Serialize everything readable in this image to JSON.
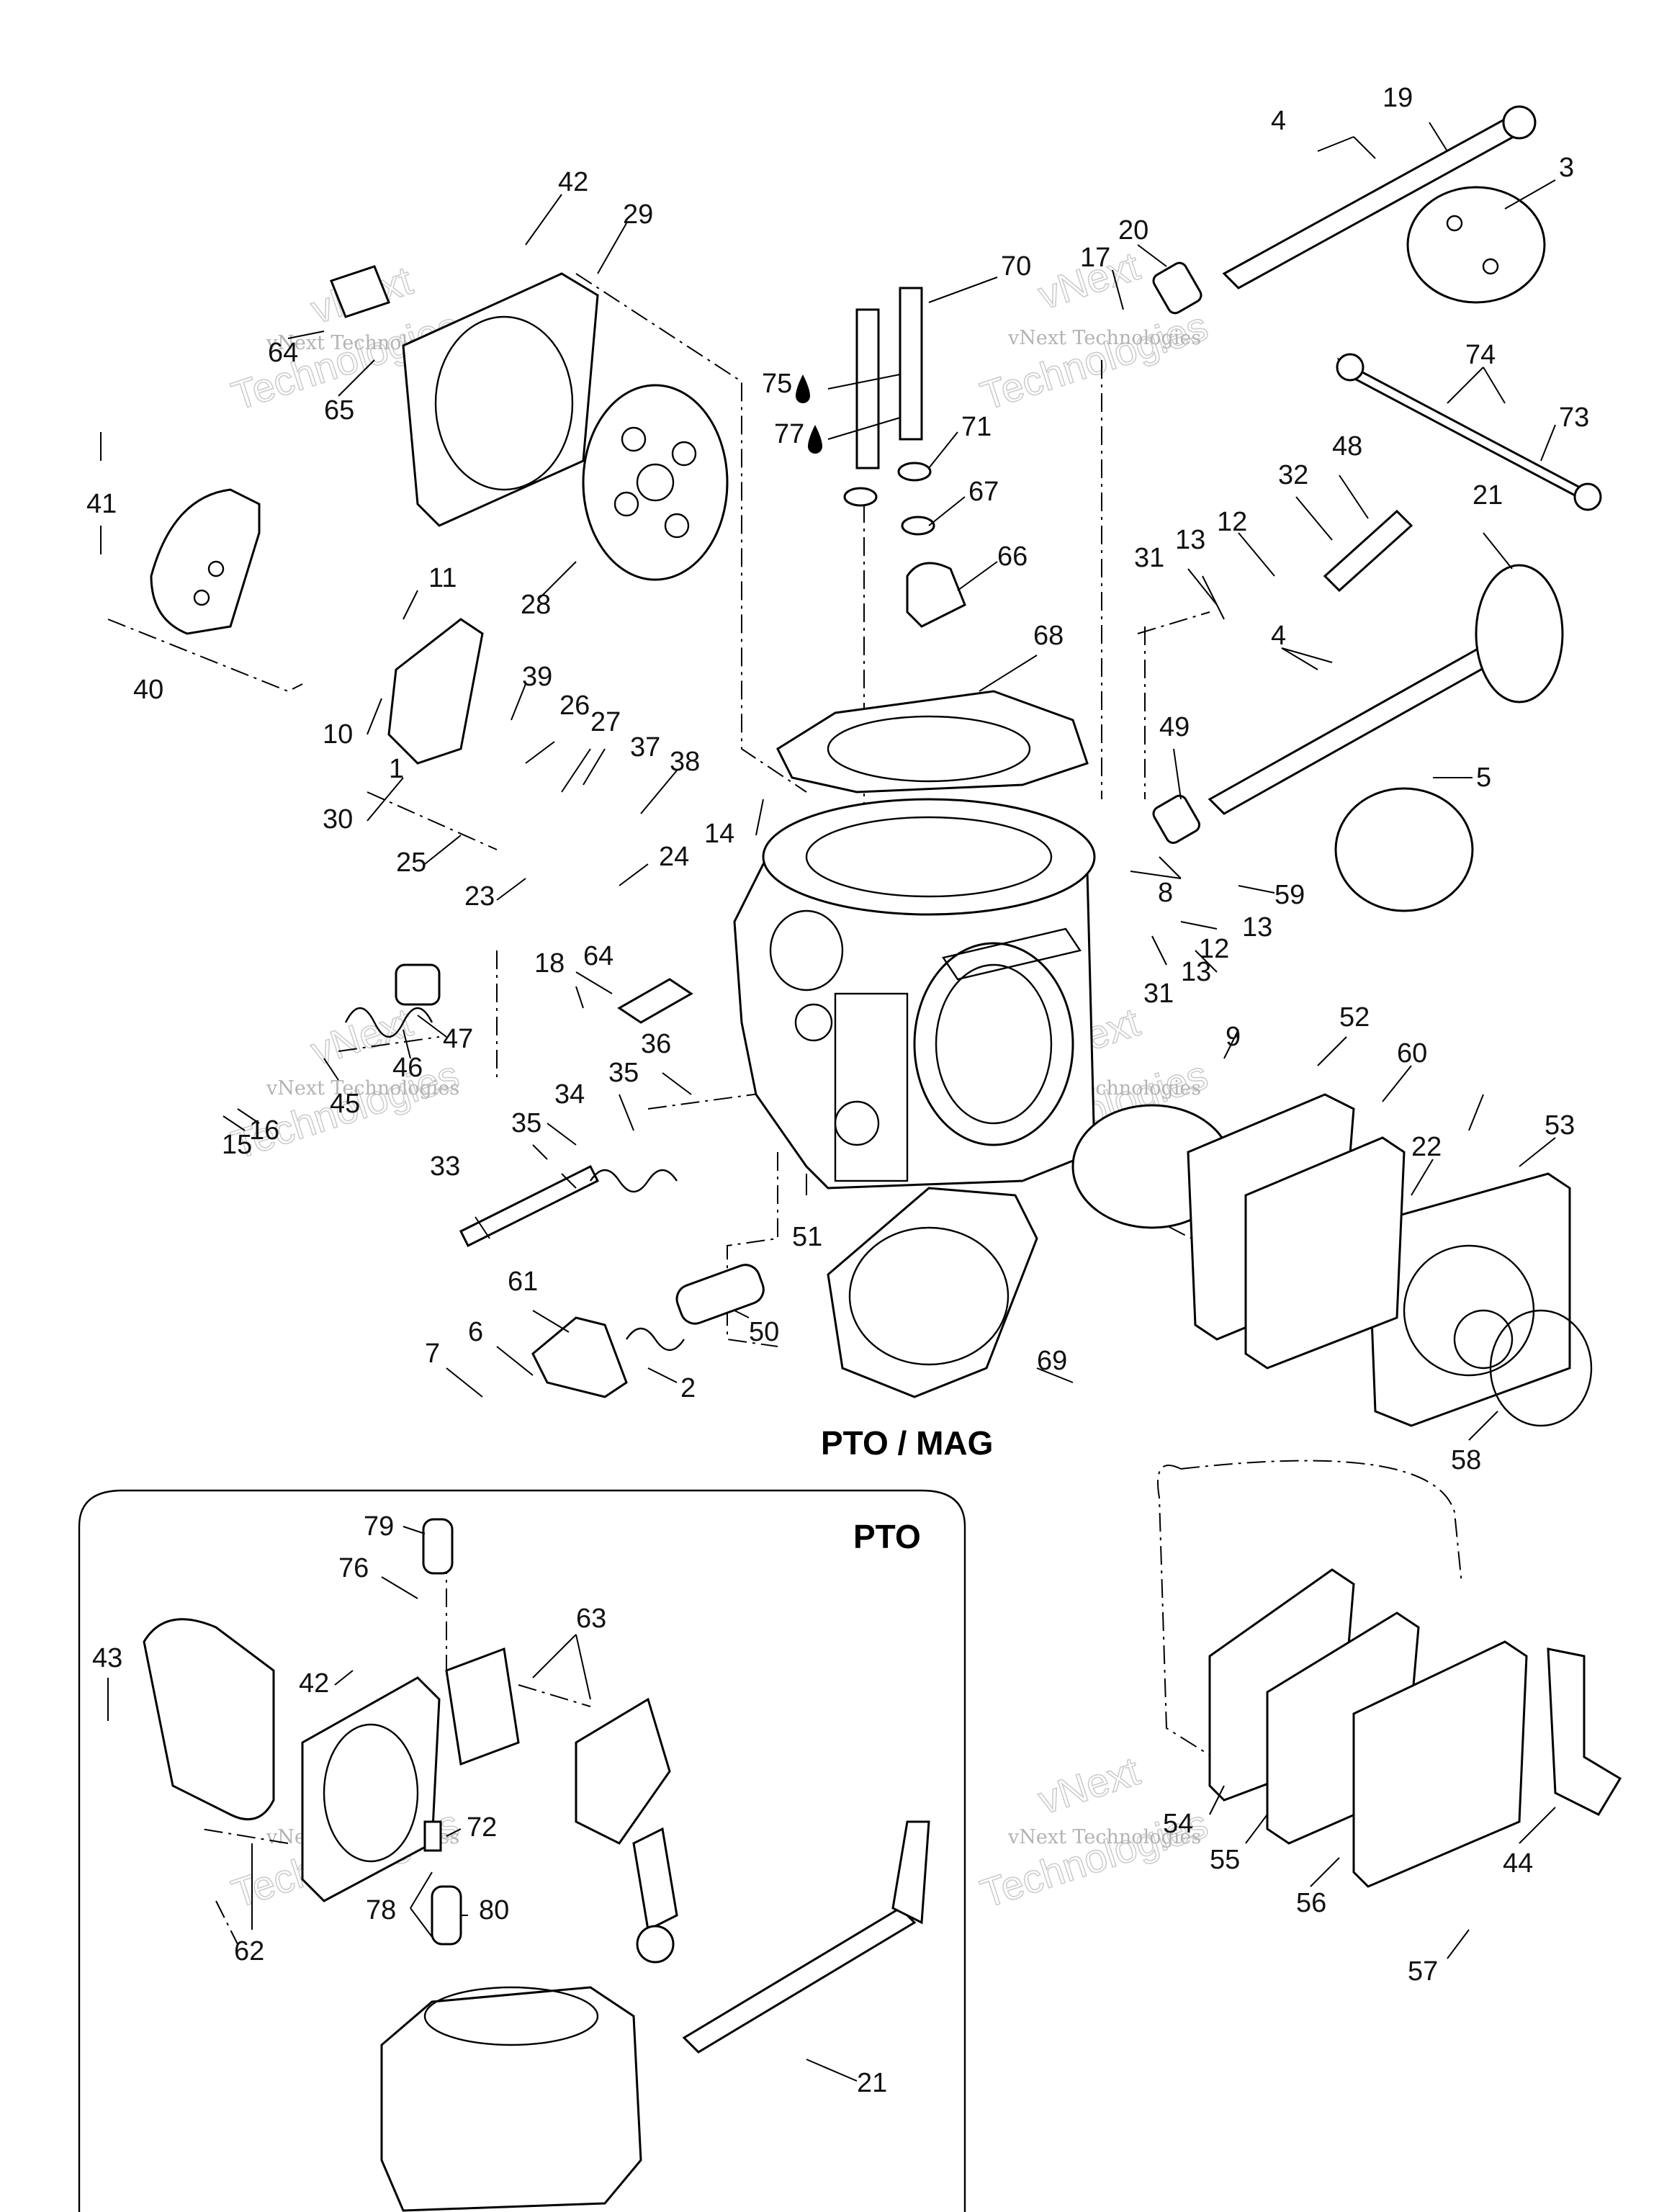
{
  "diagram": {
    "callouts": [
      "1",
      "2",
      "3",
      "4",
      "5",
      "6",
      "7",
      "8",
      "9",
      "10",
      "11",
      "12",
      "13",
      "14",
      "15",
      "16",
      "17",
      "18",
      "19",
      "20",
      "21",
      "22",
      "23",
      "24",
      "25",
      "26",
      "27",
      "28",
      "29",
      "30",
      "31",
      "32",
      "33",
      "34",
      "35",
      "36",
      "37",
      "38",
      "39",
      "40",
      "41",
      "42",
      "43",
      "44",
      "45",
      "46",
      "47",
      "48",
      "49",
      "50",
      "51",
      "52",
      "53",
      "54",
      "55",
      "56",
      "57",
      "58",
      "59",
      "60",
      "61",
      "62",
      "63",
      "64",
      "65",
      "66",
      "67",
      "68",
      "69",
      "70",
      "71",
      "72",
      "73",
      "74",
      "75",
      "76",
      "77",
      "78",
      "79",
      "80"
    ],
    "section_labels": {
      "main": "PTO / MAG",
      "inset": "PTO"
    },
    "watermark": {
      "small_text": "vNext Technologies",
      "big_word_1": "vNext",
      "big_word_2": "Technologies"
    },
    "icons": {
      "oil_drop": "oil-drop-icon"
    }
  }
}
